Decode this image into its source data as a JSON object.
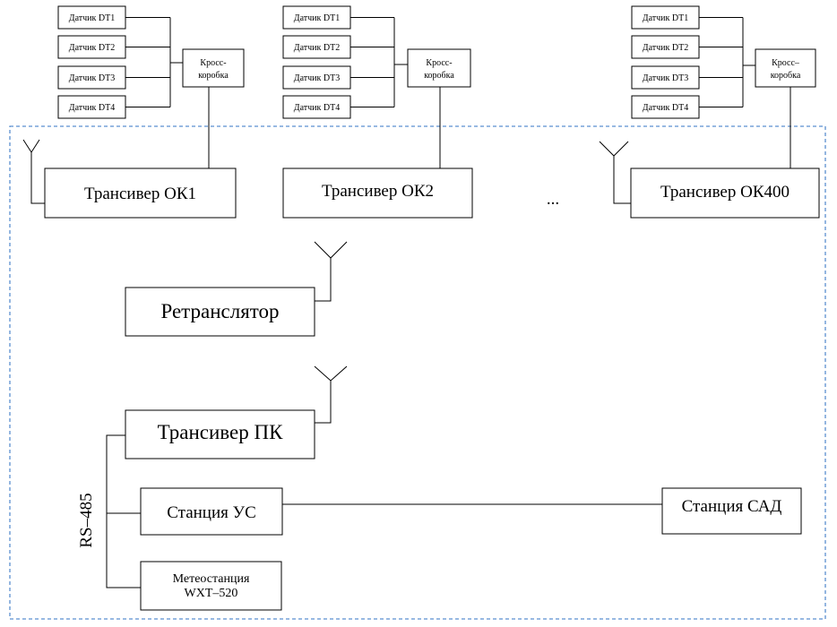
{
  "sensor_groups": [
    {
      "sensors": [
        "Датчик DT1",
        "Датчик DT2",
        "Датчик DT3",
        "Датчик DT4"
      ],
      "junction_box": [
        "Кросс-",
        "коробка"
      ]
    },
    {
      "sensors": [
        "Датчик DT1",
        "Датчик DT2",
        "Датчик DT3",
        "Датчик DT4"
      ],
      "junction_box": [
        "Кросс-",
        "коробка"
      ]
    },
    {
      "sensors": [
        "Датчик DT1",
        "Датчик DT2",
        "Датчик DT3",
        "Датчик DT4"
      ],
      "junction_box": [
        "Кросс–",
        "коробка"
      ]
    }
  ],
  "transceivers": [
    "Трансивер ОК1",
    "Трансивер ОК2",
    "Трансивер ОК400"
  ],
  "ellipsis": "...",
  "repeater": "Ретранслятор",
  "pk_transceiver": "Трансивер ПК",
  "us_station": "Станция УС",
  "sad_station": "Станция САД",
  "weather_station": [
    "Метеостанция",
    "WXT–520"
  ],
  "bus_label": "RS–485"
}
